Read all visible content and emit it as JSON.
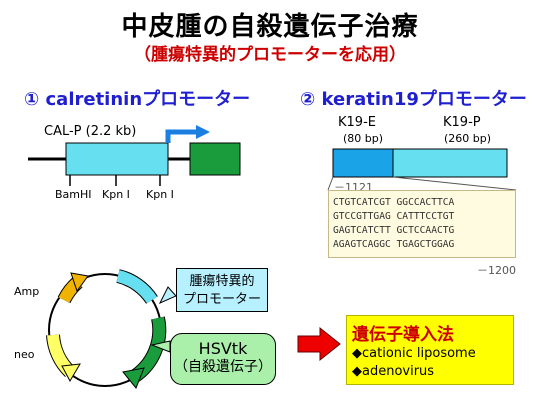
{
  "title": "中皮腫の自殺遺伝子治療",
  "subtitle": "（腫瘍特異的プロモーターを応用）",
  "section1": {
    "heading": "① calretininプロモーター",
    "construct_label": "CAL-P (2.2 kb)",
    "sites": [
      "BamHI",
      "Kpn I",
      "Kpn I"
    ]
  },
  "section2": {
    "heading": "② keratin19プロモーター",
    "k19e_label": "K19-E",
    "k19e_size": "(80 bp)",
    "k19p_label": "K19-P",
    "k19p_size": "(260 bp)",
    "seq_start": "－1121",
    "seq_end": "－1200",
    "sequence": [
      "CTGTCATCGT GGCCACTTCA",
      "GTCCGTTGAG CATTTCCTGT",
      "GAGTCATCTT GCTCCAACTG",
      "AGAGTCAGGC TGAGCTGGAG"
    ]
  },
  "plasmid": {
    "amp_label": "Amp",
    "neo_label": "neo",
    "promoter_box_line1": "腫瘍特異的",
    "promoter_box_line2": "プロモーター",
    "hsvtk_line1": "HSVtk",
    "hsvtk_line2": "（自殺遺伝子）"
  },
  "gene_transfer": {
    "title": "遺伝子導入法",
    "items": [
      "◆cationic liposome",
      "◆adenovirus"
    ]
  },
  "colors": {
    "title_blue": "#1f1fd0",
    "accent_red": "#cc0000",
    "promoter_cyan": "#66e0f0",
    "k19e_blue": "#1aa3e6",
    "gene_green": "#1a9b3c",
    "amp_yellow": "#f0b400",
    "neo_yellow": "#ffff66",
    "hsvtk_fill": "#aaf0aa",
    "promoter_box_fill": "#b7f0ff",
    "arrow_blue": "#1a7fe0",
    "seqbox_fill": "#fffbe0",
    "yellow_box": "#ffff00"
  }
}
